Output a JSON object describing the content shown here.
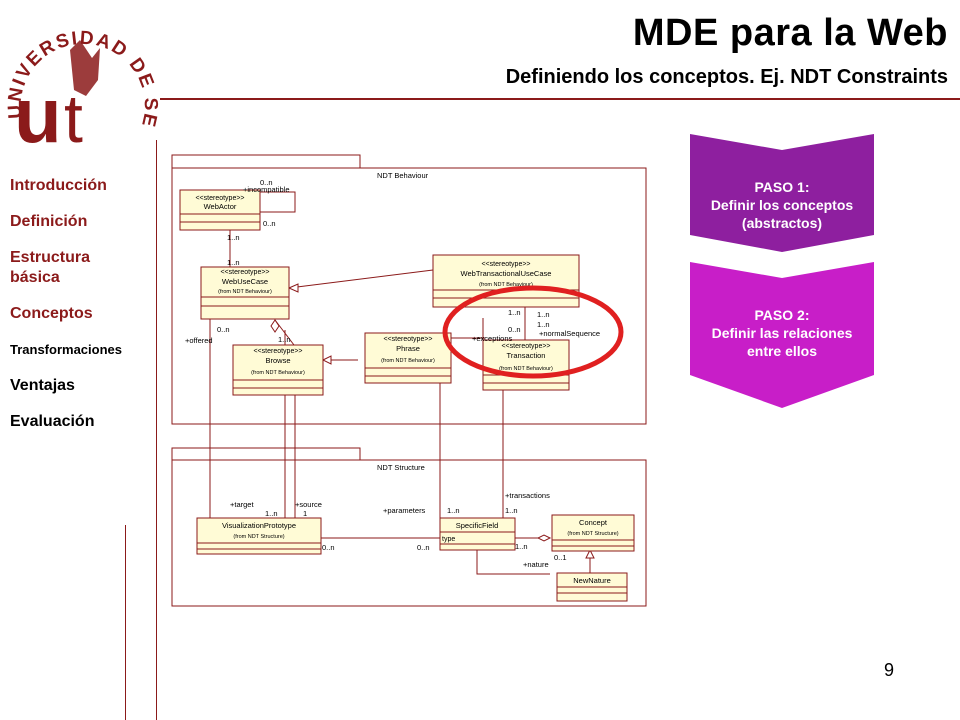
{
  "header": {
    "title": "MDE para la Web",
    "subtitle": "Definiendo los conceptos. Ej. NDT Constraints"
  },
  "logo": {
    "arc_text": "UNIVERSIDAD DE SEVILLA",
    "monogram": "u"
  },
  "nav": {
    "items": [
      {
        "label": "Introducción"
      },
      {
        "label": "Definición"
      },
      {
        "label": "Estructura básica"
      },
      {
        "label": "Conceptos"
      },
      {
        "label": "Transformaciones"
      },
      {
        "label": "Ventajas"
      },
      {
        "label": "Evaluación"
      }
    ]
  },
  "steps": [
    {
      "line1": "PASO 1:",
      "line2": "Definir los conceptos",
      "line3": "(abstractos)",
      "color": "#8e1f9f"
    },
    {
      "line1": "PASO 2:",
      "line2": "Definir las relaciones",
      "line3": "entre ellos",
      "color": "#c81ec8"
    }
  ],
  "diagram": {
    "pkg_behaviour": "NDT Behaviour",
    "pkg_structure": "NDT Structure",
    "stereotype": "<<stereotype>>",
    "from_behaviour": "(from NDT Behaviour)",
    "from_structure": "(from NDT Structure)",
    "classes": {
      "webactor": "WebActor",
      "webusecase": "WebUseCase",
      "webtransactional": "WebTransactionalUseCase",
      "browse": "Browse",
      "phrase": "Phrase",
      "transaction": "Transaction",
      "vprototype": "VisualizationPrototype",
      "specificfield": "SpecificField",
      "concept": "Concept",
      "newnature": "NewNature"
    },
    "labels": {
      "l_0n_a": "0..n",
      "l_incompatible": "+incompatible",
      "l_0n_b": "0..n",
      "l_1n_a": "1..n",
      "l_1n_b": "1..n",
      "l_0n_c": "0..n",
      "l_1n_c": "1..n",
      "l_offered": "+offered",
      "l_1n_d": "1..n",
      "l_0n_d": "0..n",
      "l_exceptions": "+exceptions",
      "l_1n_e": "1..n",
      "l_1n_f": "1..n",
      "l_normalseq": "+normalSequence",
      "l_target": "+target",
      "l_source": "+source",
      "l_1n_g": "1..n",
      "l_1": "1",
      "l_parameters": "+parameters",
      "l_1n_h": "1..n",
      "l_transactions": "+transactions",
      "l_1n_i": "1..n",
      "l_0n_e": "0..n",
      "l_0n_f": "0..n",
      "l_type": "type",
      "l_1n_j": "1..n",
      "l_01": "0..1",
      "l_nature": "+nature"
    }
  },
  "page_number": "9",
  "accent_color": "#8b1a1a",
  "highlight_color": "#e02020"
}
